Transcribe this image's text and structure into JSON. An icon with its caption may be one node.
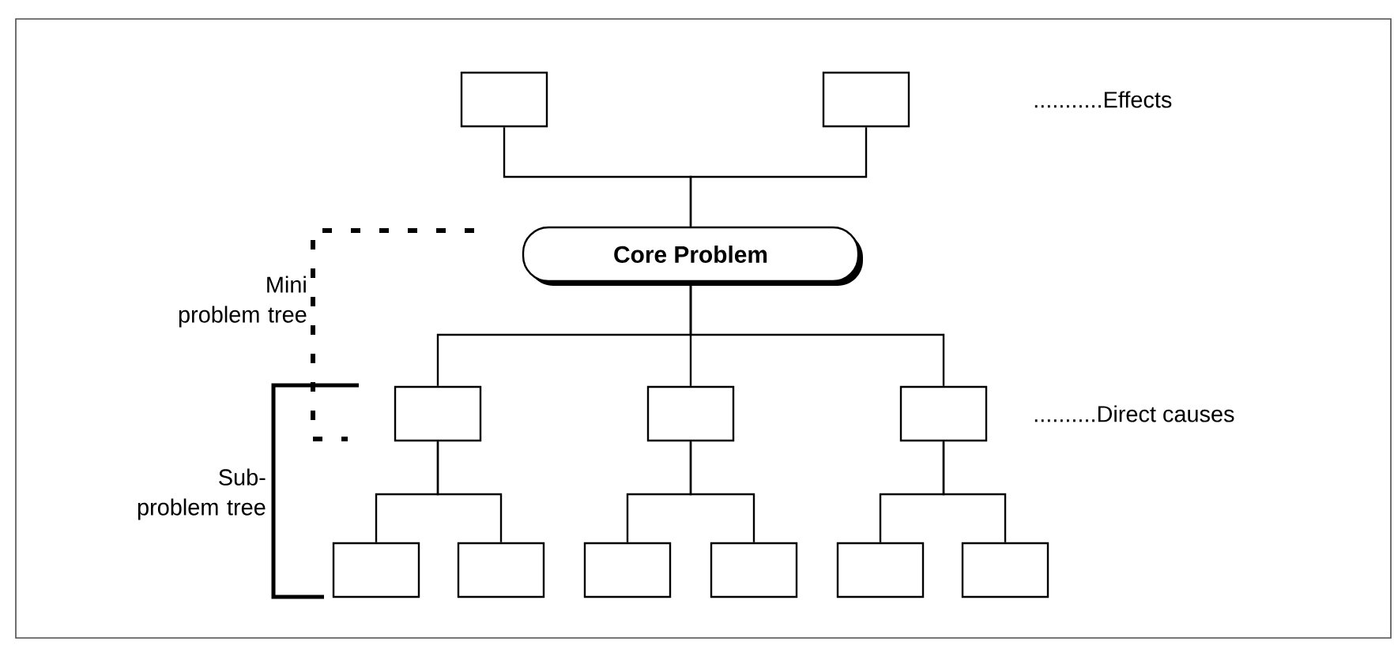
{
  "diagram": {
    "nodes": [
      {
        "text": [],
        "shape": "box"
      },
      {
        "text": [],
        "shape": "box"
      },
      {
        "text": [
          "Core Problem"
        ]
      },
      {
        "text": [],
        "shape": "box"
      },
      {
        "text": [],
        "shape": "box"
      },
      {
        "text": [],
        "shape": "box"
      },
      {
        "text": [],
        "shape": "box"
      },
      {
        "text": [],
        "shape": "box"
      },
      {
        "text": [],
        "shape": "box"
      },
      {
        "text": [],
        "shape": "box"
      },
      {
        "text": [],
        "shape": "box"
      },
      {
        "text": [],
        "shape": "box"
      }
    ],
    "edges": [
      {
        "from": 0,
        "to": 2,
        "arrow": "none"
      },
      {
        "from": 1,
        "to": 2,
        "arrow": "none"
      },
      {
        "from": 2,
        "to": 3,
        "arrow": "none"
      },
      {
        "from": 2,
        "to": 4,
        "arrow": "none"
      },
      {
        "from": 2,
        "to": 5,
        "arrow": "none"
      },
      {
        "from": 3,
        "to": 6,
        "arrow": "none"
      },
      {
        "from": 3,
        "to": 7,
        "arrow": "none"
      },
      {
        "from": 4,
        "to": 8,
        "arrow": "none"
      },
      {
        "from": 4,
        "to": 9,
        "arrow": "none"
      },
      {
        "from": 5,
        "to": 10,
        "arrow": "none"
      },
      {
        "from": 5,
        "to": 11,
        "arrow": "none"
      }
    ],
    "labels": [
      "...........Effects",
      "Mini problem tree",
      "..........Direct causes",
      "Sub-problem tree"
    ]
  }
}
